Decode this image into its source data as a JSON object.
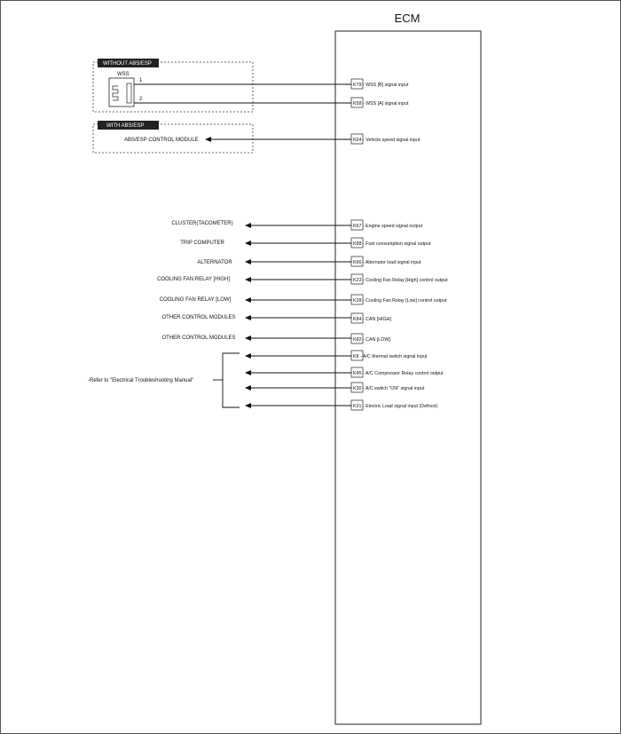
{
  "ecm": {
    "title": "ECM"
  },
  "wss_group": {
    "header": "WITHOUT ABS/ESP",
    "label": "WSS",
    "pin1": "1",
    "pin2": "2"
  },
  "abs_group": {
    "header": "WITH ABS/ESP",
    "label": "ABS/ESP CONTROL MODULE"
  },
  "pins": {
    "p1": "K79 - WSS [B] signal input",
    "p2": "K58 - WSS [A] signal input",
    "p3": "K64 - Vehicle speed signal input",
    "p4": "K67 - Engine speed signal output",
    "p5": "K88 - Fuel consumption signal output",
    "p6": "K66 - Alternator load signal input",
    "p7": "K23 - Cooling Fan Relay [High] control output",
    "p8": "K28 - Cooling Fan Relay [Low] control output",
    "p9": "K84 - CAN [HIGH]",
    "p10": "K82 - CAN [LOW]",
    "p11": "K8 - A/C thermal switch signal Input",
    "p12": "K45 - A/C Compressor Relay control output",
    "p13": "K30 - A/C switch \"ON\" signal input",
    "p14": "K31 - Electric Load signal input (Defrost)"
  },
  "outputs": {
    "o4": "CLUSTER(TACOMETER)",
    "o5": "TRIP COMPUTER",
    "o6": "ALTERNATOR",
    "o7": "COOLING FAN RELAY [HIGH]",
    "o8": "COOLING FAN RELAY [LOW]",
    "o9": "OTHER CONTROL MODULES",
    "o10": "OTHER CONTROL MODULES"
  },
  "note": "-Refer to \"Electrical Troubleshooting Manual\""
}
